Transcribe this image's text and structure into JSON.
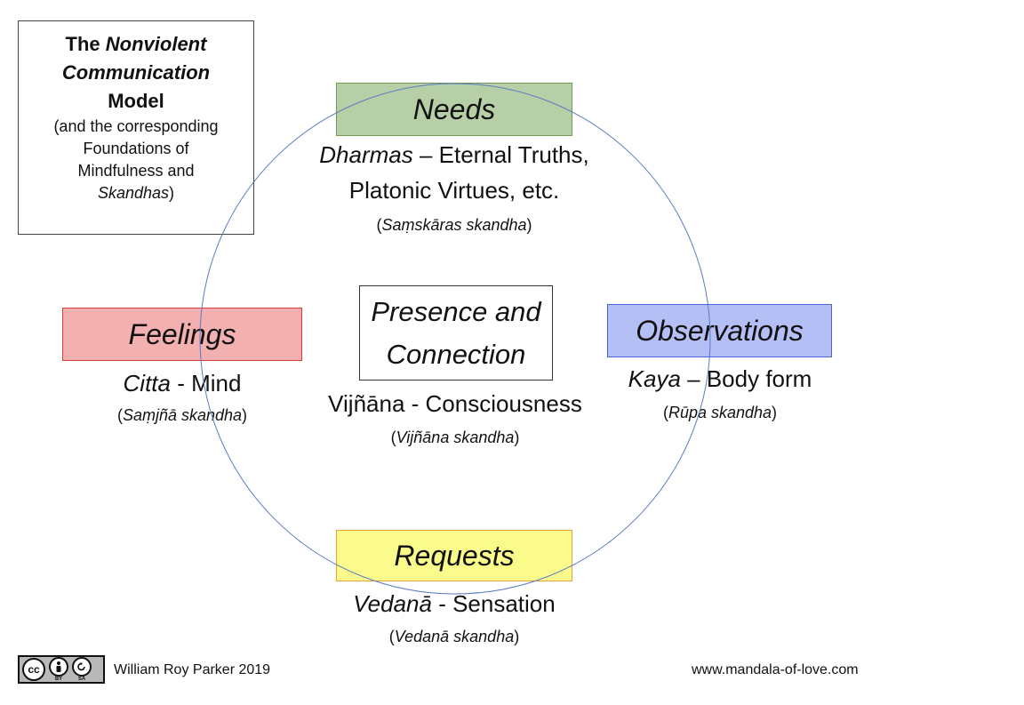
{
  "title": {
    "line1_a": "The ",
    "line1_b": "Nonviolent",
    "line2": "Communication",
    "line3": "Model",
    "sub1": "(and the corresponding",
    "sub2": "Foundations of",
    "sub3": "Mindfulness and",
    "sub4_a": "Skandhas",
    "sub4_b": ")"
  },
  "needs": {
    "label": "Needs",
    "line1_a": "Dharmas",
    "line1_b": " – Eternal Truths,",
    "line2": "Platonic Virtues, etc.",
    "skandha_open": "(",
    "skandha": "Saṃskāras skandha",
    "skandha_close": ")"
  },
  "feelings": {
    "label": "Feelings",
    "line1_a": "Citta",
    "line1_b": " - Mind",
    "skandha_open": "(",
    "skandha": "Saṃjñā skandha",
    "skandha_close": ")"
  },
  "observations": {
    "label": "Observations",
    "line1_a": "Kaya",
    "line1_b": " – Body form",
    "skandha_open": "(",
    "skandha": "Rūpa skandha",
    "skandha_close": ")"
  },
  "center": {
    "line1": "Presence and",
    "line2": "Connection",
    "caption": "Vijñāna - Consciousness",
    "skandha_open": "(",
    "skandha": "Vijñāna skandha",
    "skandha_close": ")"
  },
  "requests": {
    "label": "Requests",
    "line1_a": "Vedanā",
    "line1_b": " - Sensation",
    "skandha_open": "(",
    "skandha": "Vedanā skandha",
    "skandha_close": ")"
  },
  "footer": {
    "author": "William Roy Parker 2019",
    "website": "www.mandala-of-love.com",
    "cc_text": "cc",
    "by_text": "BY",
    "sa_text": "SA"
  },
  "colors": {
    "needs": "#b7cfa6",
    "feelings": "#f2b0b0",
    "observations": "#b4c0f5",
    "requests": "#fbfb8c",
    "circle": "#5b7bc4"
  }
}
